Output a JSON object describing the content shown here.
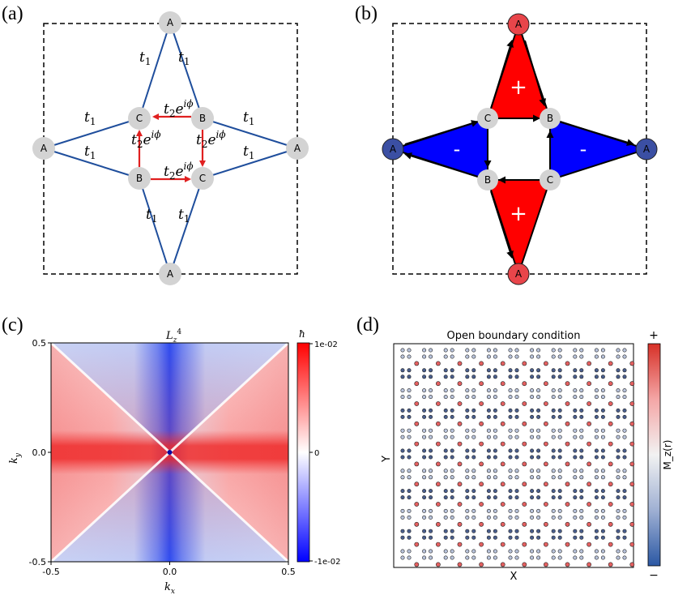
{
  "panels": {
    "a": {
      "label": "(a)",
      "site_labels": {
        "A": "A",
        "B": "B",
        "C": "C"
      },
      "hop_t1": {
        "base": "t",
        "sub": "1"
      },
      "hop_t2": {
        "base": "t",
        "sub": "2",
        "base2": "e",
        "sup": "iϕ"
      }
    },
    "b": {
      "label": "(b)",
      "site_labels": {
        "A": "A",
        "B": "B",
        "C": "C"
      },
      "plus": "+",
      "minus": "-"
    },
    "c": {
      "label": "(c)",
      "title": {
        "base": "L",
        "sub": "z",
        "sup": "4"
      },
      "xlabel": {
        "base": "k",
        "sub": "x"
      },
      "ylabel": {
        "base": "k",
        "sub": "y"
      },
      "xticks": [
        "-0.5",
        "0.0",
        "0.5"
      ],
      "yticks": [
        "0.5",
        "0.0",
        "-0.5"
      ],
      "colorbar_unit": "ħ",
      "colorbar_ticks": [
        "1e-02",
        "0",
        "-1e-02"
      ]
    },
    "d": {
      "label": "(d)",
      "title": "Open boundary condition",
      "xlabel": "X",
      "ylabel": "Y",
      "colorbar_top": "+",
      "colorbar_bottom": "−",
      "colorbar_label": "M_z(r)"
    }
  },
  "chart_data": {
    "type": "heatmap",
    "title": "L_z^4",
    "xlabel": "k_x",
    "ylabel": "k_y",
    "xlim": [
      -0.5,
      0.5
    ],
    "ylim": [
      -0.5,
      0.5
    ],
    "color_range": [
      -0.01,
      0.01
    ],
    "color_unit": "ħ",
    "colormap": "bwr"
  },
  "colors": {
    "bond_blue": "#1f4e9c",
    "hop_red": "#e02020",
    "site_gray": "#d3d3d3",
    "site_red": "#e8454a",
    "site_blue": "#3b4fa3",
    "tri_red": "#ff0000",
    "tri_blue": "#0000ff",
    "dot_red": "#e46060",
    "dot_blue": "#4a5f8e"
  }
}
